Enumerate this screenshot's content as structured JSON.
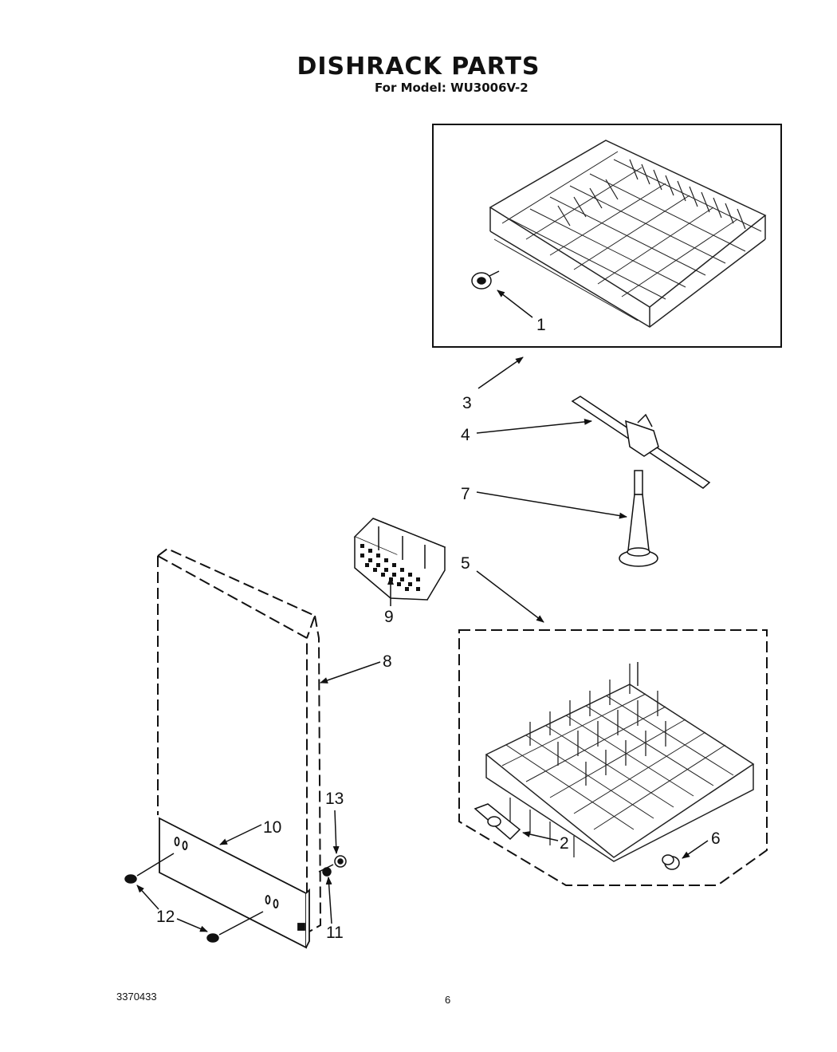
{
  "header": {
    "title": "DISHRACK PARTS",
    "subtitle": "For Model: WU3006V-2"
  },
  "footer": {
    "doc_number": "3370433",
    "page_number": "6"
  },
  "callouts": {
    "c1": "1",
    "c2": "2",
    "c3": "3",
    "c4": "4",
    "c5": "5",
    "c6": "6",
    "c7": "7",
    "c8": "8",
    "c9": "9",
    "c10": "10",
    "c11": "11",
    "c12": "12",
    "c13": "13"
  }
}
